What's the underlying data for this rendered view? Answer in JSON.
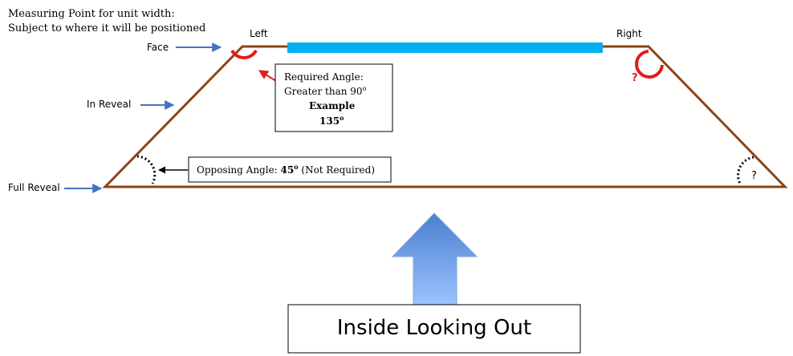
{
  "heading": {
    "line1": "Measuring Point for unit width:",
    "line2": "Subject to where it will be positioned"
  },
  "side_labels": {
    "face": "Face",
    "in_reveal": "In Reveal",
    "full_reveal": "Full Reveal"
  },
  "corner_labels": {
    "left": "Left",
    "right": "Right"
  },
  "required_box": {
    "line1": "Required Angle:",
    "line2_prefix": "Greater than 90",
    "line3": "Example",
    "line4_prefix": "135",
    "degree_mark": "o"
  },
  "opposing_box": {
    "prefix": "Opposing Angle: ",
    "value": "45",
    "degree_mark": "o",
    "suffix": " (Not Required)"
  },
  "unknown_marks": {
    "upper_right": "?",
    "lower_right": "?"
  },
  "bottom_caption": "Inside Looking Out",
  "colors": {
    "outline": "#8b4513",
    "unit_bar": "#00b0f0",
    "required_arc": "#e31c1c",
    "pointer_arrow": "#4472c4",
    "big_arrow_top": "#4a7fd0",
    "big_arrow_bottom": "#9cc3ff"
  }
}
